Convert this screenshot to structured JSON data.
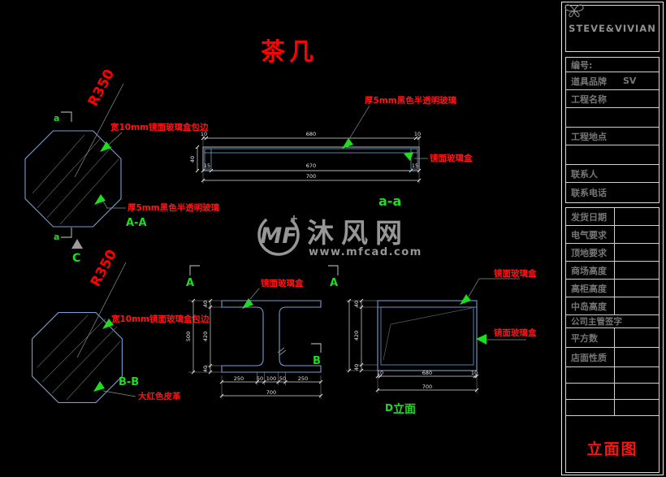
{
  "page_title": "茶几",
  "colors": {
    "annotation_red": "#ff1414",
    "marker_green": "#1ddd1d",
    "line_blue": "#7b9cce",
    "dimension_white": "#d9d9d9",
    "watermark_gray": "#a3a3a3"
  },
  "drawing": {
    "top_plan": {
      "radius": "R350",
      "marker_a_top": "a",
      "marker_a_bottom": "a",
      "edge_label": "宽10mm镜面玻璃盒包边",
      "glass_label": "厚5mm黑色半透明玻璃",
      "section_name": "A-A",
      "view_marker": "C"
    },
    "section_aa": {
      "name": "a-a",
      "glass_label": "厚5mm黑色半透明玻璃",
      "box_label": "镜面玻璃盒",
      "dim_top_left": "10",
      "dim_top_mid": "680",
      "dim_top_right": "10",
      "dim_in_left": "15",
      "dim_in_mid": "670",
      "dim_in_right": "15",
      "dim_total": "700",
      "dim_height": "40"
    },
    "bottom_plan": {
      "radius": "R350",
      "edge_label": "宽10mm镜面玻璃盒包边",
      "section_name": "B-B",
      "leather_label": "大红色皮革"
    },
    "section_mid": {
      "marker_a_left": "A",
      "marker_a_right": "A",
      "marker_b": "B",
      "box_label": "镜面玻璃盒",
      "dim_v": [
        "40",
        "420",
        "40"
      ],
      "dim_v_total": "500",
      "dim_h": [
        "250",
        "50",
        "100",
        "50",
        "250"
      ],
      "dim_h_total": "700"
    },
    "elevation": {
      "name_letter": "D",
      "name": "立面",
      "box_label_top": "镜面玻璃盒",
      "box_label_right": "镜面玻璃盒",
      "dim_v": [
        "40",
        "420",
        "40"
      ],
      "dim_h": [
        "10",
        "680",
        "10"
      ],
      "dim_h_total": "700"
    }
  },
  "watermark": {
    "logo": "MF",
    "name": "沐风网",
    "url": "www.mfcad.com"
  },
  "title_block": {
    "brand": "STEVE&VIVIAN",
    "fields": [
      {
        "label": "编号:",
        "value": ""
      },
      {
        "label": "道具品牌",
        "value": "SV"
      },
      {
        "label": "工程名称",
        "value": ""
      },
      {
        "label": "",
        "value": ""
      },
      {
        "label": "工程地点",
        "value": ""
      },
      {
        "label": "",
        "value": ""
      },
      {
        "label": "联系人",
        "value": ""
      },
      {
        "label": "联系电话",
        "value": ""
      }
    ],
    "spec_rows": [
      "发货日期",
      "电气要求",
      "顶地要求",
      "商场高度",
      "高柜高度",
      "中岛高度"
    ],
    "sign_label": "公司主管签字",
    "lower_rows": [
      "平方数",
      "店面性质",
      "",
      "",
      ""
    ],
    "drawing_type": "立面图"
  }
}
